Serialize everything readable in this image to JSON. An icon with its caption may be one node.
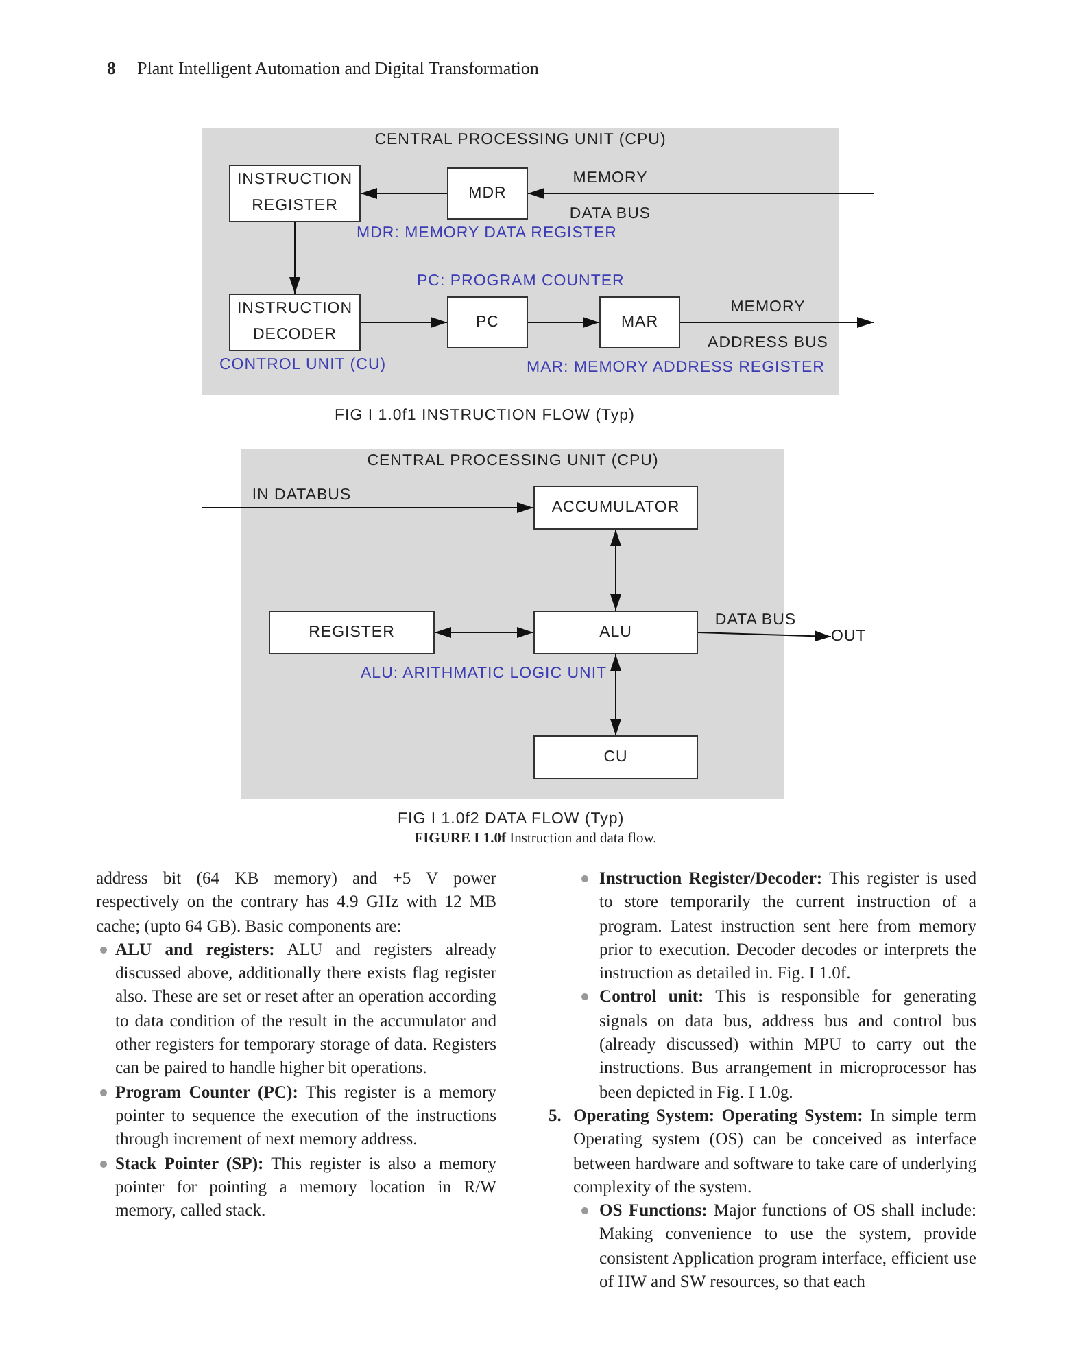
{
  "diagram": {
    "caption": "**FIGURE I 1.0f** Instruction and data flow.",
    "nodes": [
      {
        "text": [
          "CENTRAL PROCESSING UNIT (CPU)"
        ]
      },
      {
        "text": [
          "INSTRUCTION REGISTER"
        ],
        "in": 0
      },
      {
        "text": [
          "MDR"
        ],
        "in": 0
      },
      {
        "text": [
          "INSTRUCTION DECODER"
        ],
        "in": 0
      },
      {
        "text": [
          "PC"
        ],
        "in": 0
      },
      {
        "text": [
          "MAR"
        ],
        "in": 0
      },
      {
        "text": [
          "CENTRAL PROCESSING UNIT (CPU)"
        ]
      },
      {
        "text": [
          "ACCUMULATOR"
        ],
        "in": 6
      },
      {
        "text": [
          "REGISTER"
        ],
        "in": 6
      },
      {
        "text": [
          "ALU"
        ],
        "in": 6
      },
      {
        "text": [
          "CU"
        ],
        "in": 6
      },
      {
        "text": [
          "OUT"
        ]
      }
    ],
    "edges": [
      {
        "from": null,
        "to": 2,
        "arrow": "to",
        "label": "MEMORY DATA BUS"
      },
      {
        "from": 2,
        "to": 1,
        "arrow": "to"
      },
      {
        "from": 1,
        "to": 3,
        "arrow": "to"
      },
      {
        "from": 3,
        "to": 4,
        "arrow": "to"
      },
      {
        "from": 4,
        "to": 5,
        "arrow": "to"
      },
      {
        "from": 5,
        "to": null,
        "arrow": "to",
        "label": "MEMORY ADDRESS BUS"
      },
      {
        "from": null,
        "to": 7,
        "arrow": "to",
        "label": "IN DATABUS"
      },
      {
        "from": 7,
        "to": 9,
        "arrow": "both"
      },
      {
        "from": 8,
        "to": 9,
        "arrow": "both"
      },
      {
        "from": 9,
        "to": 11,
        "arrow": "to",
        "label": "DATA BUS"
      },
      {
        "from": 9,
        "to": 10,
        "arrow": "both"
      }
    ],
    "labels": [
      "8",
      "Plant Intelligent Automation and Digital Transformation",
      "MDR: MEMORY DATA REGISTER",
      "PC: PROGRAM COUNTER",
      "CONTROL UNIT (CU)",
      "MAR: MEMORY ADDRESS REGISTER",
      "FIG I 1.0f1 INSTRUCTION FLOW (Typ)",
      "ALU: ARITHMATIC LOGIC UNIT",
      "FIG I 1.0f2 DATA FLOW (Typ)",
      "address bit (64 KB memory) and +5 V power respectively on the contrary has 4.9 GHz with 12 MB cache; (upto 64 GB). Basic components are:",
      "**ALU and registers:** ALU and registers already discussed above, additionally there exists flag register also. These are set or reset after an operation according to data condition of the result in the accumulator and other registers for temporary storage of data. Registers can be paired to handle higher bit operations.",
      "**Program Counter (PC):** This register is a memory pointer to sequence the execution of the instructions through increment of next memory address.",
      "**Stack Pointer (SP):** This register is also a memory pointer for pointing a memory location in R/W memory, called stack.",
      "**Instruction Register/Decoder:** This register is used to store temporarily the current instruction of a program. Latest instruction sent here from memory prior to execution. Decoder decodes or interprets the instruction as detailed in. Fig. I 1.0f.",
      "**Control unit:** This is responsible for generating signals on data bus, address bus and control bus (already discussed) within MPU to carry out the instructions. Bus arrangement in microprocessor has been depicted in Fig. I 1.0g.",
      "5.",
      "**Operating System: Operating System:** In simple term Operating system (OS) can be conceived as interface between hardware and software to take care of underlying complexity of the system.",
      "**OS Functions:** Major functions of OS shall include: Making convenience to use the system, provide consistent Application program interface, efficient use of HW and SW resources, so that each"
    ]
  }
}
